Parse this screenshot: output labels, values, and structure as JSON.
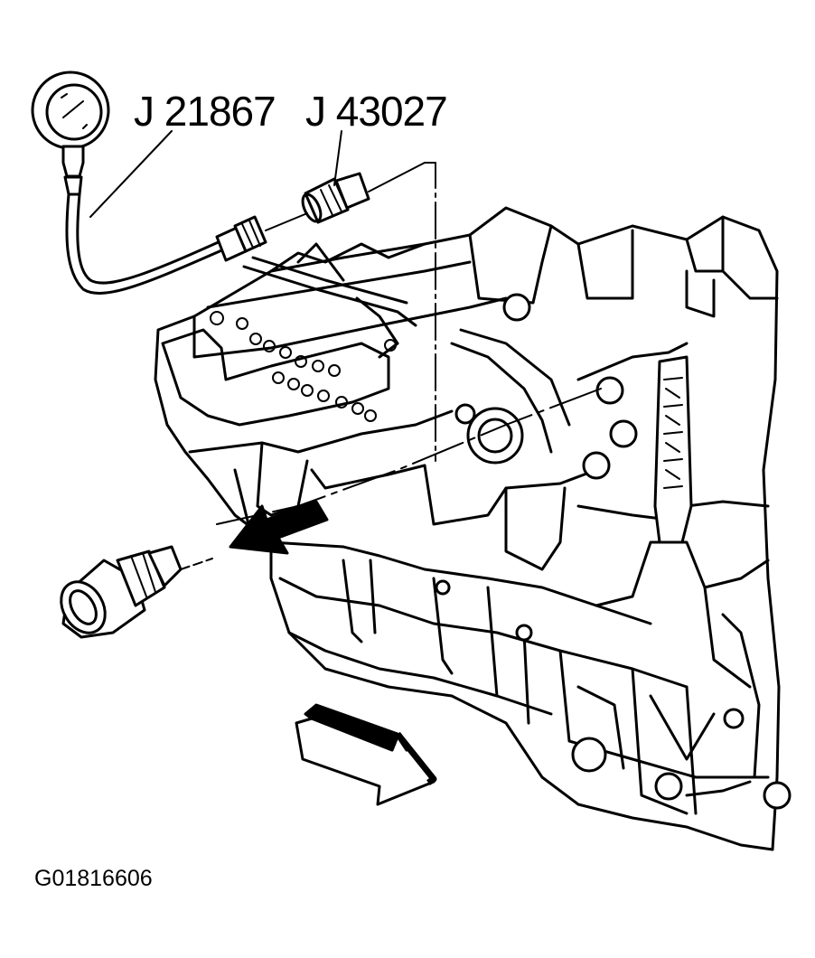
{
  "labels": {
    "gauge_tool": "J 21867",
    "adapter_tool": "J 43027"
  },
  "figure_id": "G01816606",
  "icons": {
    "gauge": "pressure-gauge-icon",
    "adapter": "adapter-fitting-icon",
    "sensor": "oil-pressure-sensor-icon",
    "removal_arrow": "arrow-left-down-icon",
    "front_arrow": "arrow-right-down-icon"
  }
}
